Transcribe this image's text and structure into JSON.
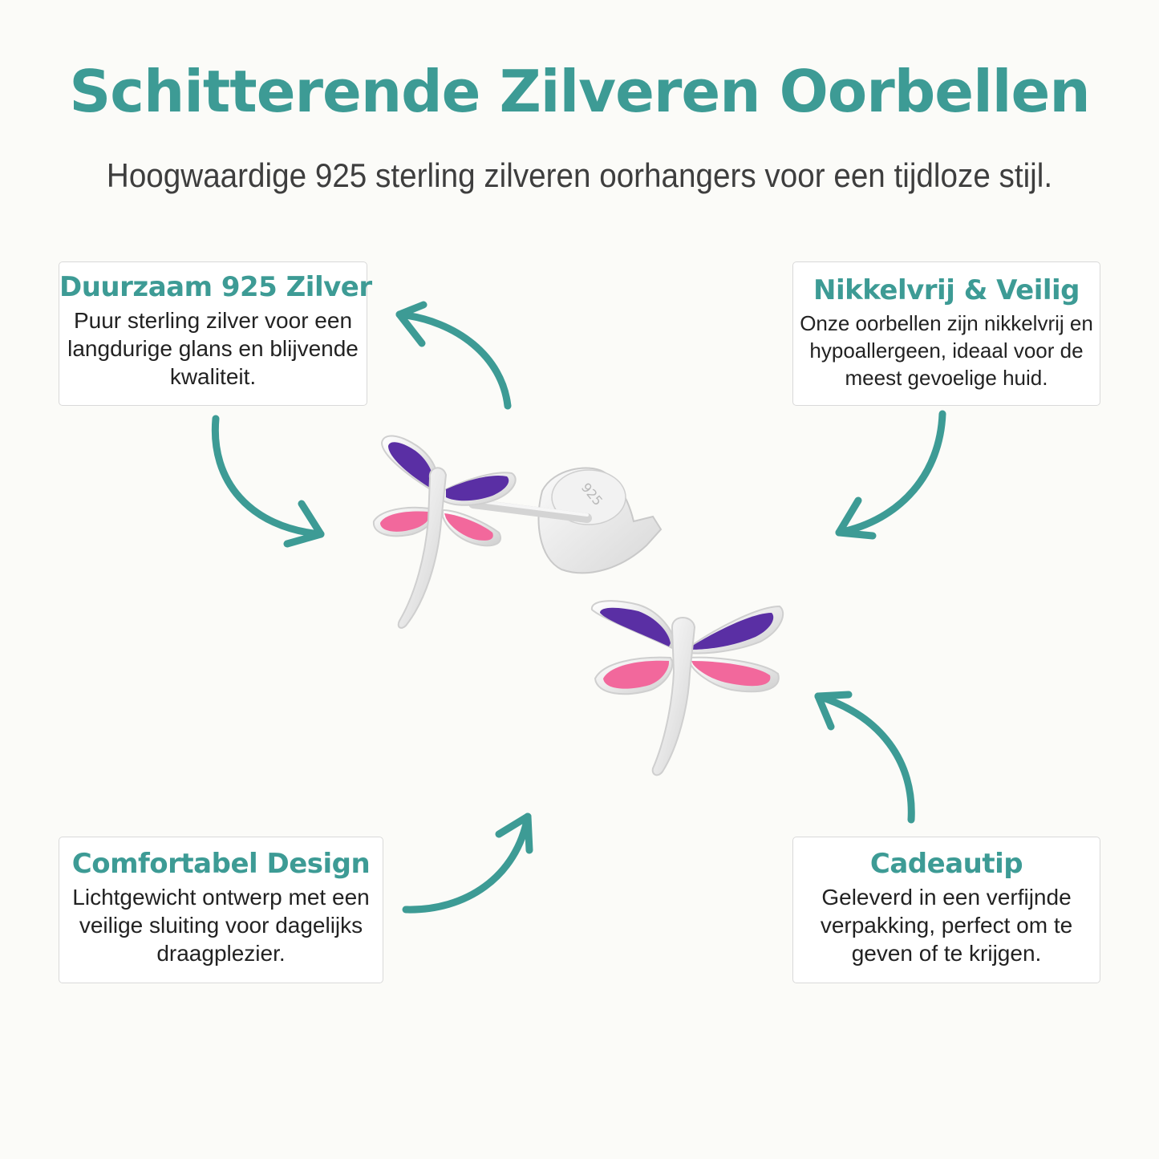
{
  "header": {
    "title": "Schitterende Zilveren Oorbellen",
    "subtitle": "Hoogwaardige 925 sterling zilveren oorhangers voor een tijdloze stijl."
  },
  "features": {
    "durable": {
      "title": "Duurzaam 925 Zilver",
      "text": "Puur sterling zilver voor een langdurige glans en blijvende kwaliteit."
    },
    "nickel_free": {
      "title": "Nikkelvrij & Veilig",
      "text": "Onze oorbellen zijn nikkelvrij en hypoallergeen, ideaal voor de meest gevoelige huid."
    },
    "comfort": {
      "title": "Comfortabel Design",
      "text": "Lichtgewicht ontwerp met een veilige sluiting voor dagelijks draagplezier."
    },
    "gift": {
      "title": "Cadeautip",
      "text": "Geleverd in een verfijnde verpakking, perfect om te geven of te krijgen."
    }
  },
  "product": {
    "stamp": "925"
  },
  "colors": {
    "accent": "#3d9b95",
    "wing_purple": "#5a2fa4",
    "wing_pink": "#f2689c",
    "silver": "#eeeeee"
  }
}
